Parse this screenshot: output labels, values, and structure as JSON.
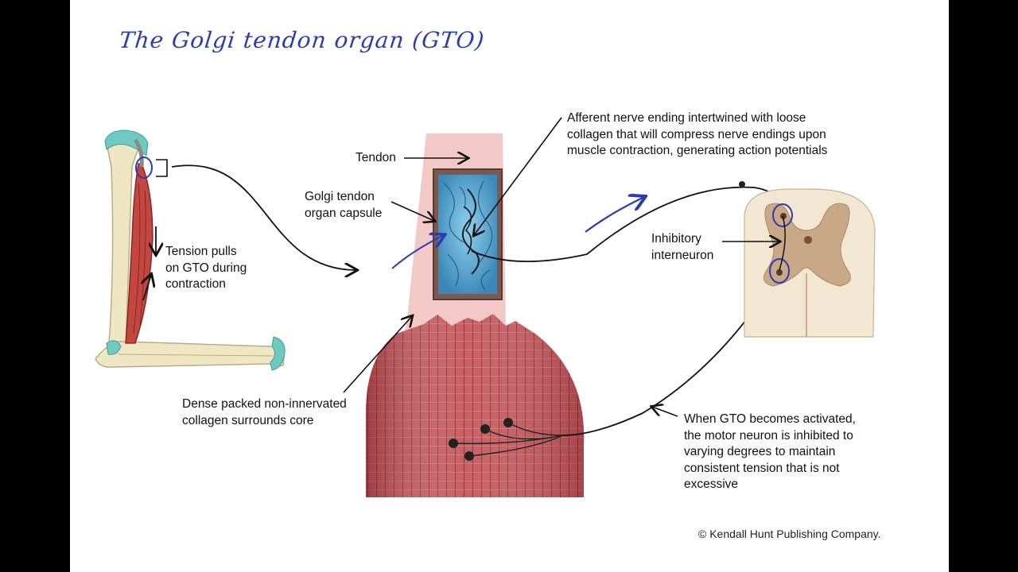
{
  "title": "The Golgi tendon organ (GTO)",
  "labels": {
    "tension": "Tension pulls\non GTO during\ncontraction",
    "tendon": "Tendon",
    "capsule": "Golgi tendon\norgan capsule",
    "afferent": "Afferent nerve ending intertwined with loose\ncollagen that will compress nerve endings upon\nmuscle contraction, generating action potentials",
    "interneuron": "Inhibitory\ninterneuron",
    "dense": "Dense packed non-innervated\ncollagen surrounds core",
    "activated": "When GTO becomes activated,\nthe motor neuron is inhibited to\nvarying degrees to maintain\nconsistent tension that is not\nexcessive"
  },
  "credit": "© Kendall Hunt Publishing Company.",
  "colors": {
    "annotation_ink": "#2b3bb0",
    "tendon": "#f2c9c6",
    "muscle": "#b8474c",
    "capsule_fill": "#4a9cc7",
    "spinal_gray": "#c9a888",
    "spinal_white": "#f2e8d2",
    "bone": "#efe6c4",
    "cartilage": "#6ec9c0"
  }
}
